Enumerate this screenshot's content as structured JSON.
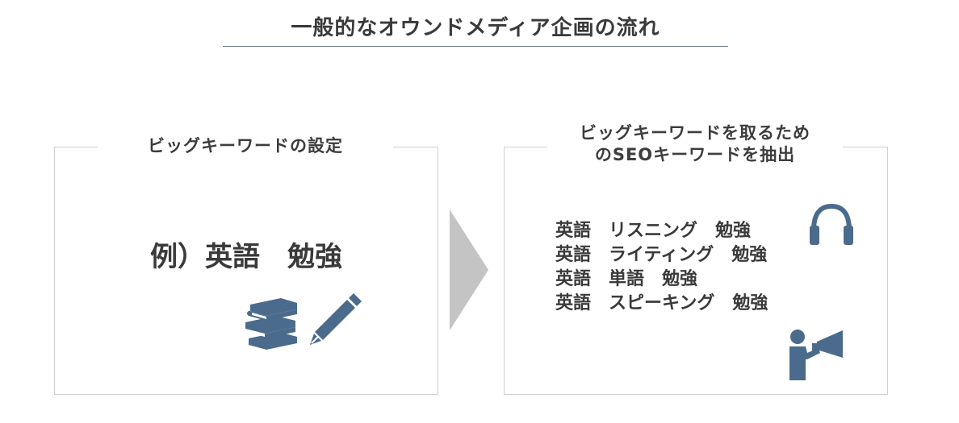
{
  "title": "一般的なオウンドメディア企画の流れ",
  "left_box": {
    "heading": "ビッグキーワードの設定",
    "example": "例）英語　勉強"
  },
  "right_box": {
    "heading_line1": "ビッグキーワードを取るため",
    "heading_line2": "のSEOキーワードを抽出",
    "keywords": [
      "英語　リスニング　勉強",
      "英語　ライティング　勉強",
      "英語　単語　勉強",
      "英語　スピーキング　勉強"
    ]
  },
  "icons": {
    "books": "books-icon",
    "pencil": "pencil-icon",
    "headphones": "headphones-icon",
    "megaphone": "person-megaphone-icon",
    "arrow": "chevron-right-arrow-icon"
  },
  "colors": {
    "icon": "#4a6b8c",
    "arrow": "#c4c4c4",
    "border": "#cfcfcf",
    "text": "#3d3d3d"
  }
}
